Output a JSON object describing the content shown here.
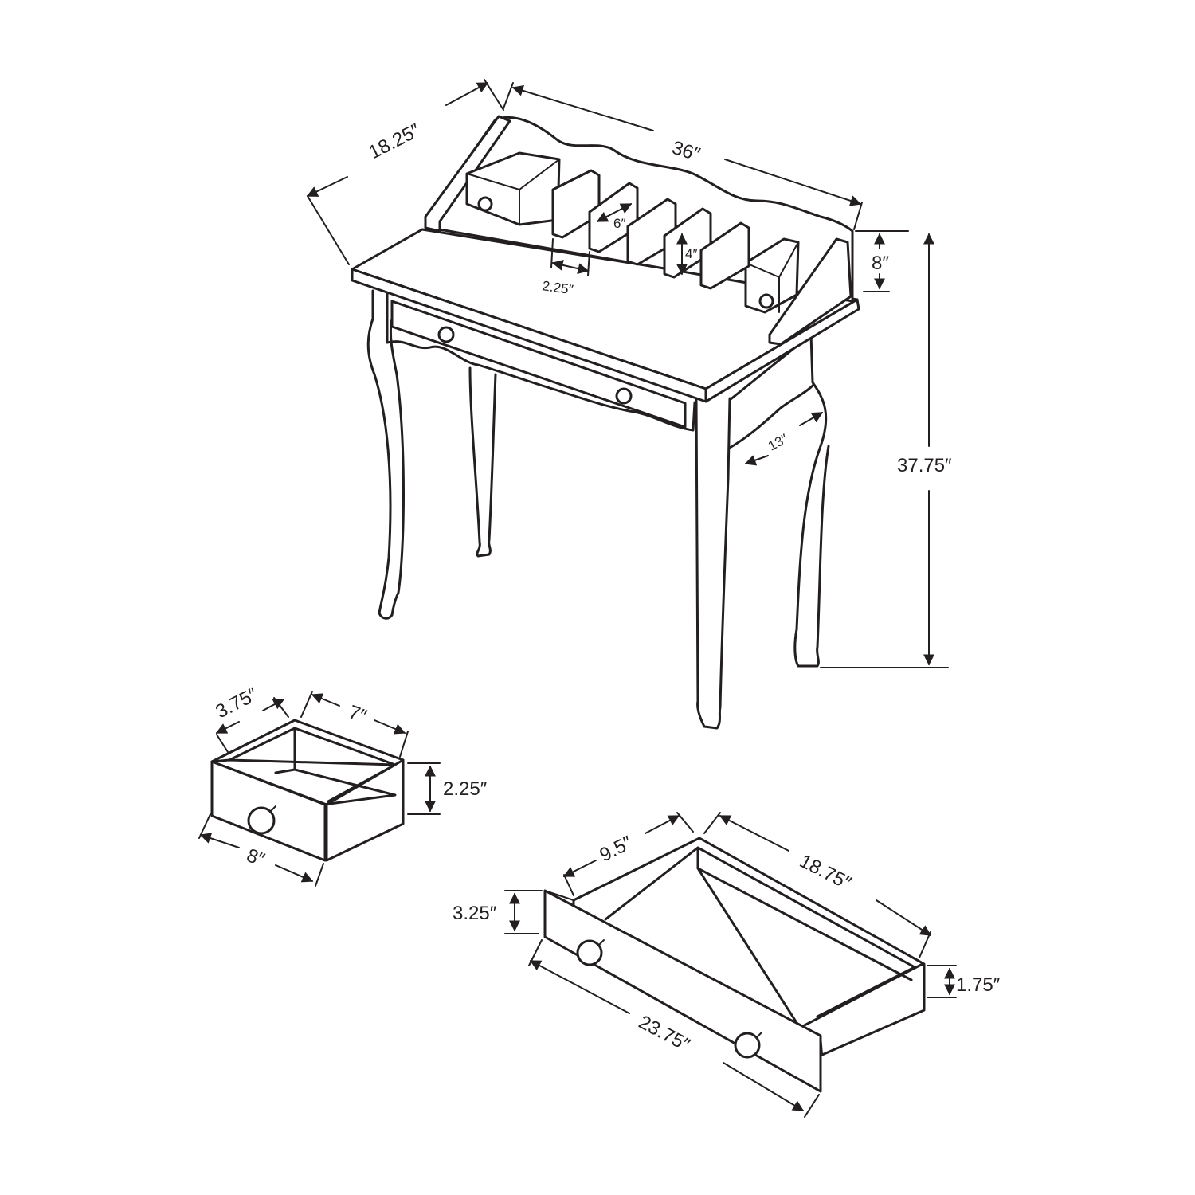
{
  "dimensions": {
    "desk_depth": "18.25″",
    "desk_width": "36″",
    "hutch_height": "8″",
    "desk_height": "37.75″",
    "slot_depth": "6″",
    "slot_spacing": "2.25″",
    "divider_height": "4″",
    "knee_depth": "13″",
    "small_drawer_depth": "3.75″",
    "small_drawer_inner_width": "7″",
    "small_drawer_height": "2.25″",
    "small_drawer_width": "8″",
    "large_drawer_depth": "9.5″",
    "large_drawer_inner_width": "18.75″",
    "large_drawer_front_height": "3.25″",
    "large_drawer_box_height": "1.75″",
    "large_drawer_width": "23.75″"
  },
  "colors": {
    "line": "#231f20",
    "background": "#ffffff"
  }
}
